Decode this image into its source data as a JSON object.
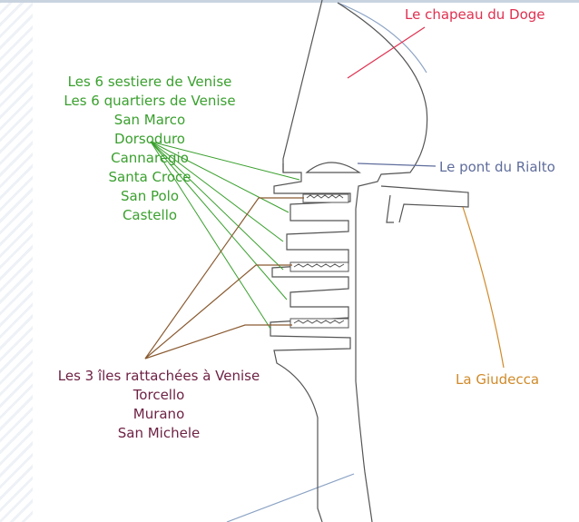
{
  "labels": {
    "chapeau": "Le chapeau du Doge",
    "rialto": "Le pont du Rialto",
    "giudecca": "La Giudecca",
    "sestieri": [
      "Les 6 sestiere de Venise",
      "Les 6 quartiers de Venise",
      "San Marco",
      "Dorsoduro",
      "Cannaregio",
      "Santa Croce",
      "San Polo",
      "Castello"
    ],
    "iles": [
      "Les 3 îles rattachées à Venise",
      "Torcello",
      "Murano",
      "San Michele"
    ]
  },
  "colors": {
    "outline": "#555555",
    "sestieri": "#3aa02e",
    "iles": "#8a5a30",
    "iles_text": "#6e2244",
    "chapeau": "#e03050",
    "rialto": "#5f6d9c",
    "giudecca": "#d08a2a",
    "water": "#8aa2c4"
  }
}
